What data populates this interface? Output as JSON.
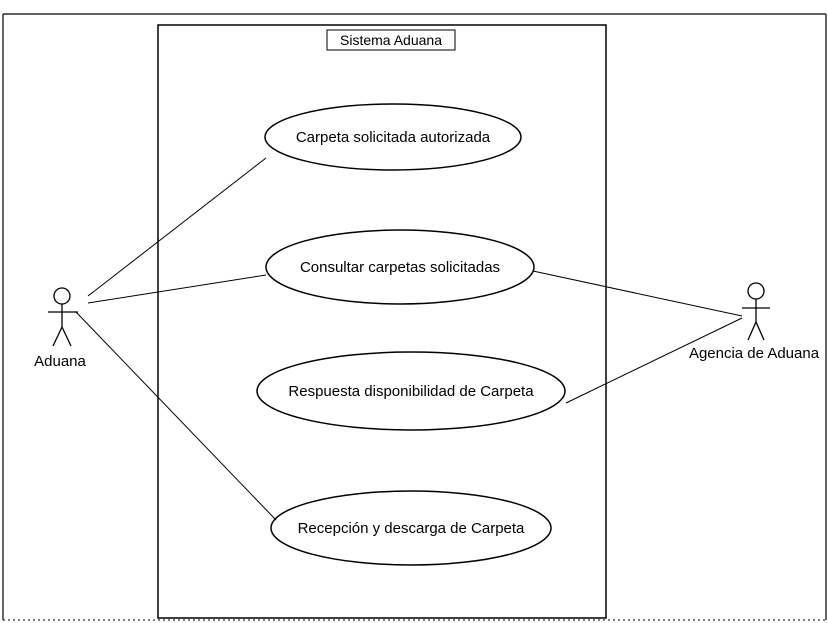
{
  "diagram": {
    "type": "uml-use-case",
    "system": {
      "title": "Sistema Aduana"
    },
    "actors": [
      {
        "id": "aduana",
        "label": "Aduana"
      },
      {
        "id": "agencia",
        "label": "Agencia de Aduana"
      }
    ],
    "use_cases": [
      {
        "id": "uc1",
        "label": "Carpeta solicitada autorizada"
      },
      {
        "id": "uc2",
        "label": "Consultar carpetas solicitadas"
      },
      {
        "id": "uc3",
        "label": "Respuesta disponibilidad de Carpeta"
      },
      {
        "id": "uc4",
        "label": "Recepción y descarga de Carpeta"
      }
    ],
    "associations": [
      {
        "from": "aduana",
        "to": "uc1"
      },
      {
        "from": "aduana",
        "to": "uc2"
      },
      {
        "from": "aduana",
        "to": "uc4"
      },
      {
        "from": "agencia",
        "to": "uc2"
      },
      {
        "from": "agencia",
        "to": "uc3"
      }
    ]
  }
}
